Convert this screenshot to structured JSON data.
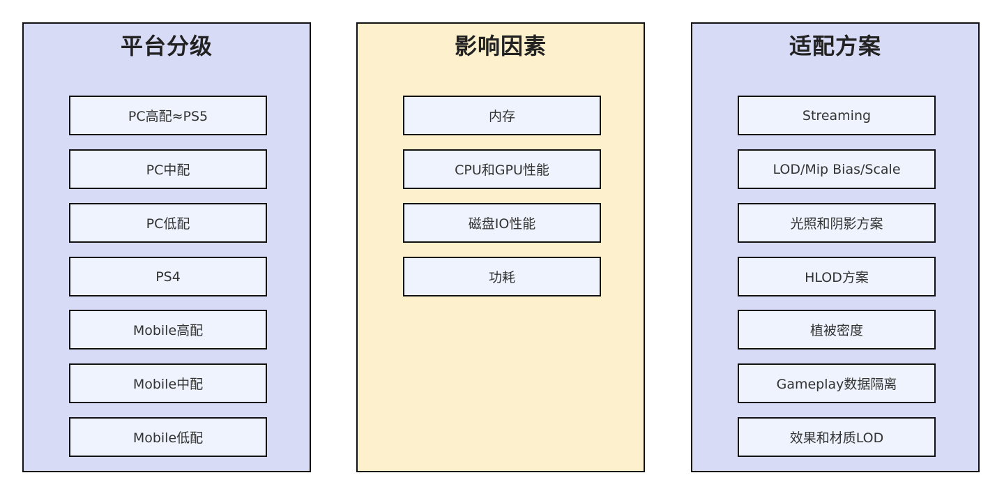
{
  "colors": {
    "platform_bg": "#d8dbf5",
    "factors_bg": "#fdf0cc",
    "solutions_bg": "#d8dbf5",
    "item_bg": "#eef3fd",
    "border": "#111111"
  },
  "columns": [
    {
      "title": "平台分级",
      "items": [
        "PC高配≈PS5",
        "PC中配",
        "PC低配",
        "PS4",
        "Mobile高配",
        "Mobile中配",
        "Mobile低配"
      ]
    },
    {
      "title": "影响因素",
      "items": [
        "内存",
        "CPU和GPU性能",
        "磁盘IO性能",
        "功耗"
      ]
    },
    {
      "title": "适配方案",
      "items": [
        "Streaming",
        "LOD/Mip Bias/Scale",
        "光照和阴影方案",
        "HLOD方案",
        "植被密度",
        "Gameplay数据隔离",
        "效果和材质LOD"
      ]
    }
  ]
}
